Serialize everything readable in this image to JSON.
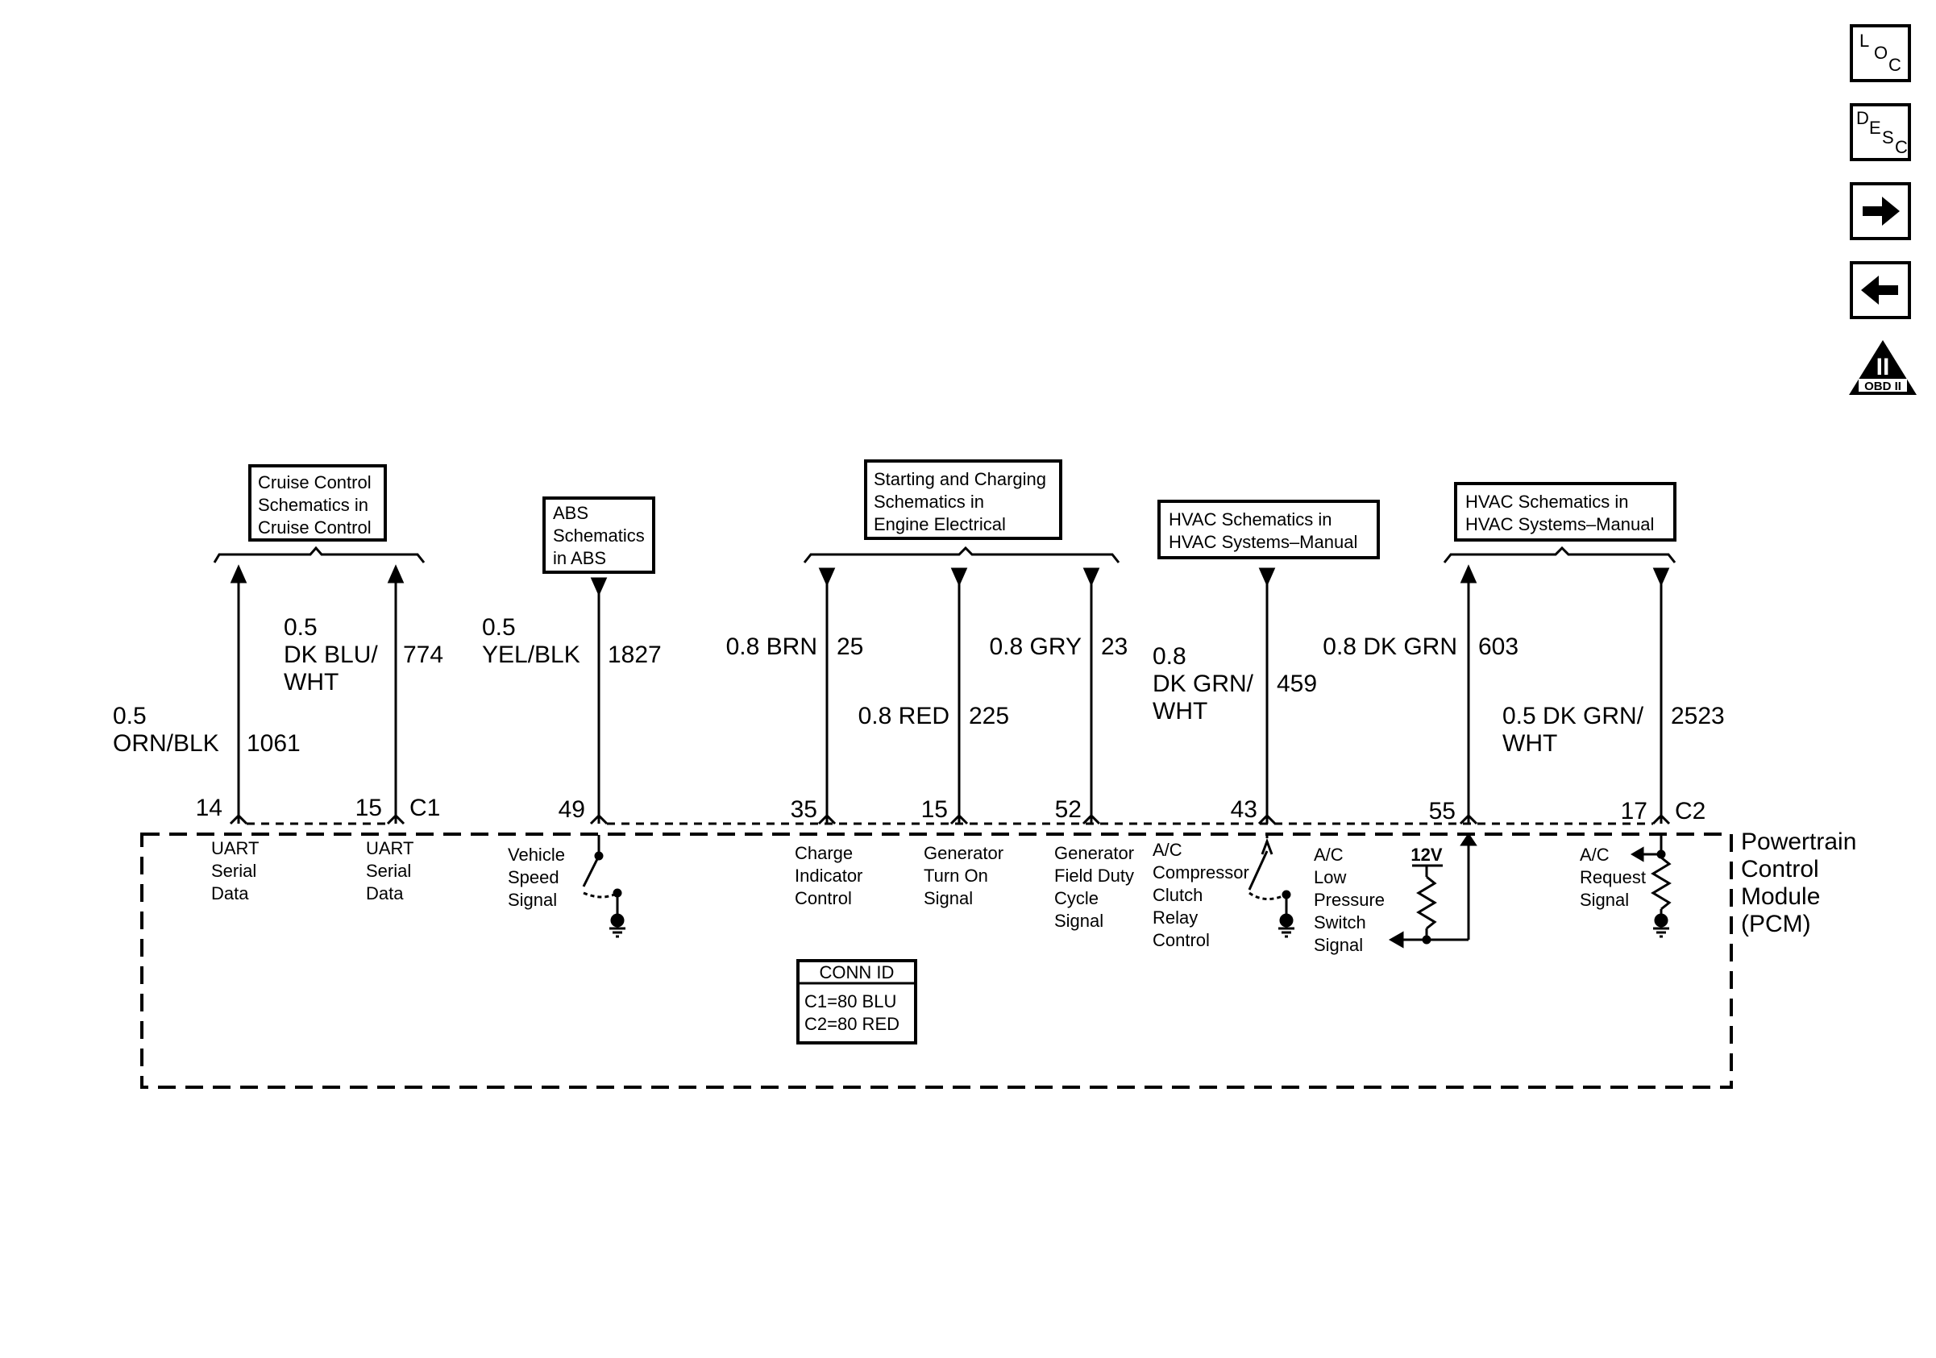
{
  "nav_icons": {
    "loc": {
      "letters": [
        "L",
        "O",
        "C"
      ]
    },
    "desc": {
      "letters": [
        "D",
        "E",
        "S",
        "C"
      ]
    },
    "forward": {
      "icon": "arrow-right-icon"
    },
    "back": {
      "icon": "arrow-left-icon"
    },
    "obd": {
      "numeral": "II",
      "label": "OBD II"
    }
  },
  "ref_boxes": {
    "cruise": [
      "Cruise Control",
      "Schematics in",
      "Cruise Control"
    ],
    "abs": [
      "ABS",
      "Schematics",
      "in ABS"
    ],
    "starting": [
      "Starting and Charging",
      "Schematics in",
      "Engine Electrical"
    ],
    "hvac1": [
      "HVAC Schematics in",
      "HVAC Systems–Manual"
    ],
    "hvac2": [
      "HVAC Schematics in",
      "HVAC Systems–Manual"
    ]
  },
  "wires": {
    "w1061": {
      "size": "0.5",
      "color": [
        "ORN/BLK"
      ],
      "circuit": "1061",
      "pin": "14"
    },
    "w774": {
      "size": "0.5",
      "color": [
        "DK BLU/",
        "WHT"
      ],
      "circuit": "774",
      "pin": "15"
    },
    "w1827": {
      "size": "0.5",
      "color": [
        "YEL/BLK"
      ],
      "circuit": "1827",
      "pin": "49"
    },
    "w25": {
      "label": "0.8 BRN",
      "circuit": "25",
      "pin": "35"
    },
    "w225": {
      "label": "0.8 RED",
      "circuit": "225",
      "pin": "15"
    },
    "w23": {
      "label": "0.8 GRY",
      "circuit": "23",
      "pin": "52"
    },
    "w459": {
      "size": "0.8",
      "color": [
        "DK GRN/",
        "WHT"
      ],
      "circuit": "459",
      "pin": "43"
    },
    "w603": {
      "label": "0.8 DK GRN",
      "circuit": "603",
      "pin": "55"
    },
    "w2523": {
      "color": [
        "0.5 DK GRN/",
        "WHT"
      ],
      "circuit": "2523",
      "pin": "17"
    }
  },
  "connectors": {
    "c1": "C1",
    "c2": "C2"
  },
  "module": {
    "name": [
      "Powertrain",
      "Control",
      "Module",
      "(PCM)"
    ],
    "functions": {
      "uart1": [
        "UART",
        "Serial",
        "Data"
      ],
      "uart2": [
        "UART",
        "Serial",
        "Data"
      ],
      "vss": [
        "Vehicle",
        "Speed",
        "Signal"
      ],
      "charge": [
        "Charge",
        "Indicator",
        "Control"
      ],
      "gen_on": [
        "Generator",
        "Turn On",
        "Signal"
      ],
      "gen_field": [
        "Generator",
        "Field Duty",
        "Cycle",
        "Signal"
      ],
      "ac_relay": [
        "A/C",
        "Compressor",
        "Clutch",
        "Relay",
        "Control"
      ],
      "ac_low": [
        "A/C",
        "Low",
        "Pressure",
        "Switch",
        "Signal"
      ],
      "ac_req": [
        "A/C",
        "Request",
        "Signal"
      ]
    },
    "supply_voltage": "12V"
  },
  "conn_id": {
    "title": "CONN ID",
    "lines": [
      "C1=80 BLU",
      "C2=80 RED"
    ]
  }
}
